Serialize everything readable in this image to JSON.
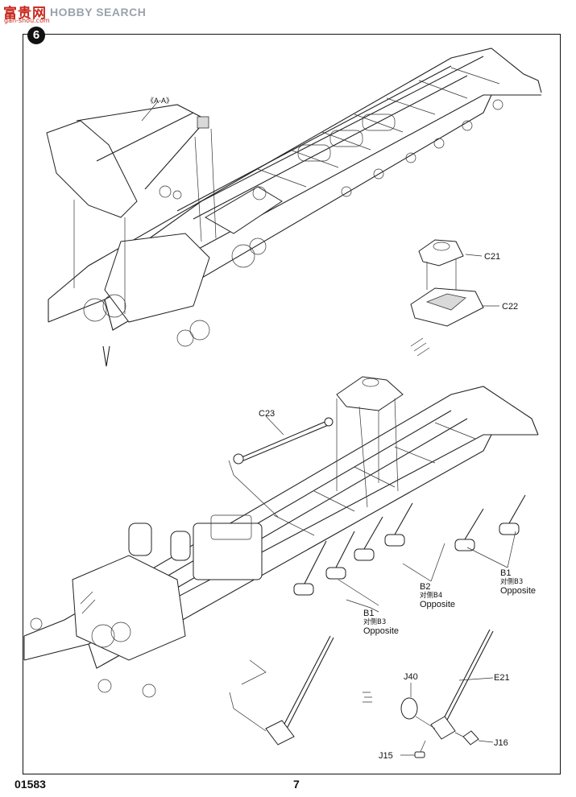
{
  "watermark": {
    "cn": "富贵网",
    "en": "HOBBY SEARCH",
    "sub": "gan-shou.com"
  },
  "step": {
    "number": "6"
  },
  "labels": {
    "section": "《A-A》",
    "c21": "C21",
    "c22": "C22",
    "c23": "C23",
    "b1_right": {
      "code": "B1",
      "cn": "对侧B3",
      "en": "Opposite"
    },
    "b2": {
      "code": "B2",
      "cn": "对侧B4",
      "en": "Opposite"
    },
    "b1_left": {
      "code": "B1",
      "cn": "对侧B3",
      "en": "Opposite"
    },
    "j40": "J40",
    "e21": "E21",
    "j16": "J16",
    "j15": "J15"
  },
  "footer": {
    "code": "01583",
    "page": "7"
  }
}
